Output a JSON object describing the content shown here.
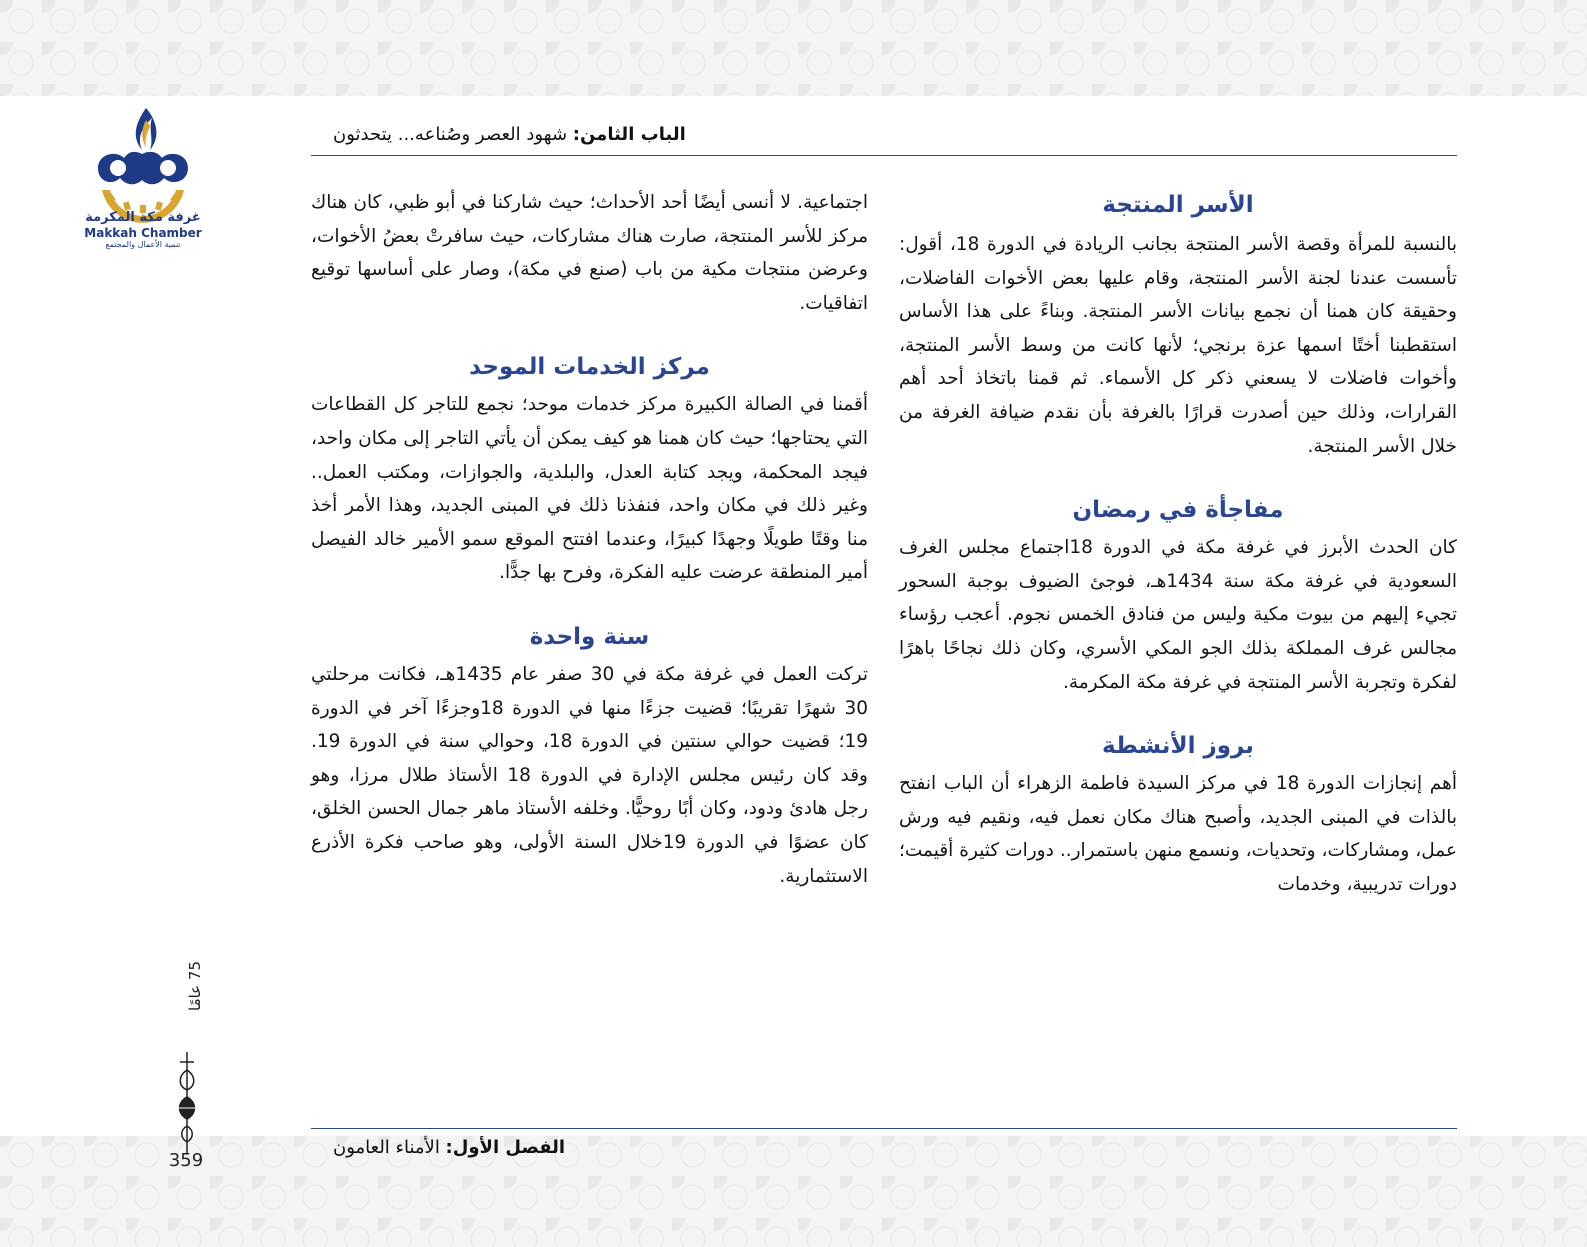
{
  "header": {
    "chapter_label": "الباب الثامن:",
    "chapter_title": " شهود العصر وصُناعه... يتحدثون"
  },
  "logo": {
    "name_ar": "غرفة مكة المكرمة",
    "name_en": "Makkah Chamber",
    "tagline": "تنمية الأعمال والمجتمع",
    "colors": {
      "blue": "#1f3a86",
      "gold": "#d9a531"
    }
  },
  "right_column": {
    "sections": [
      {
        "heading": "الأسر المنتجة",
        "text": "بالنسبة للمرأة وقصة الأسر المنتجة بجانب الريادة في الدورة 18، أقول: تأسست عندنا لجنة الأسر المنتجة، وقام عليها بعض الأخوات الفاضلات، وحقيقة كان همنا أن نجمع بيانات الأسر المنتجة. وبناءً على هذا الأساس استقطبنا أختًا اسمها عزة برنجي؛ لأنها كانت من وسط الأسر المنتجة، وأخوات فاضلات لا يسعني ذكر كل الأسماء. ثم قمنا باتخاذ أحد أهم القرارات، وذلك حين أصدرت قرارًا بالغرفة بأن نقدم ضيافة الغرفة من خلال الأسر المنتجة."
      },
      {
        "heading": "مفاجأة في رمضان",
        "text": "كان الحدث الأبرز في غرفة مكة في الدورة 18اجتماع مجلس الغرف السعودية في غرفة مكة سنة 1434هـ، فوجئ الضيوف بوجبة السحور تجيء إليهم من بيوت مكية وليس من فنادق الخمس نجوم. أعجب رؤساء مجالس غرف المملكة بذلك الجو المكي الأسري، وكان ذلك نجاحًا باهرًا لفكرة وتجربة الأسر المنتجة في غرفة مكة المكرمة."
      },
      {
        "heading": "بروز الأنشطة",
        "text": "أهم إنجازات الدورة 18 في مركز السيدة فاطمة الزهراء أن الباب انفتح بالذات في المبنى الجديد، وأصبح هناك مكان نعمل فيه، ونقيم فيه ورش عمل، ومشاركات، وتحديات، ونسمع منهن باستمرار.. دورات كثيرة أقيمت؛ دورات تدريبية، وخدمات"
      }
    ]
  },
  "left_column": {
    "intro": "اجتماعية. لا أنسى أيضًا أحد الأحداث؛ حيث شاركنا في أبو ظبي، كان هناك مركز للأسر المنتجة، صارت هناك مشاركات، حيث سافرتْ بعضُ الأخوات، وعرضن منتجات مكية من باب (صنع في مكة)، وصار على أساسها توقيع اتفاقيات.",
    "sections": [
      {
        "heading": "مركز الخدمات الموحد",
        "text": "أقمنا في الصالة الكبيرة مركز خدمات موحد؛ نجمع للتاجر كل القطاعات التي يحتاجها؛ حيث كان همنا هو كيف يمكن أن يأتي التاجر إلى مكان واحد، فيجد المحكمة، ويجد كتابة العدل، والبلدية، والجوازات، ومكتب العمل.. وغير ذلك في مكان واحد، فنفذنا ذلك في المبنى الجديد، وهذا الأمر أخذ منا وقتًا طويلًا وجهدًا كبيرًا، وعندما افتتح الموقع سمو الأمير خالد الفيصل أمير المنطقة عرضت عليه الفكرة، وفرح بها جدًّا."
      },
      {
        "heading": "سنة واحدة",
        "text": "تركت العمل في غرفة مكة في 30 صفر عام 1435هـ، فكانت مرحلتي 30 شهرًا تقريبًا؛ قضيت جزءًا منها في الدورة 18وجزءًا آخر في الدورة 19؛ قضيت حوالي سنتين في الدورة 18، وحوالي سنة في الدورة 19. وقد كان رئيس مجلس الإدارة في الدورة 18 الأستاذ طلال مرزا، وهو رجل هادئ ودود، وكان أبًا روحيًّا. وخلفه الأستاذ ماهر جمال الحسن الخلق، كان عضوًا في الدورة 19خلال السنة الأولى، وهو صاحب فكرة الأذرع الاستثمارية."
      }
    ]
  },
  "side": {
    "vertical_label": "75 عامًا",
    "page_number": "359"
  },
  "footer": {
    "part_label": "الفصل الأول:",
    "part_title": " الأمناء العامون"
  }
}
